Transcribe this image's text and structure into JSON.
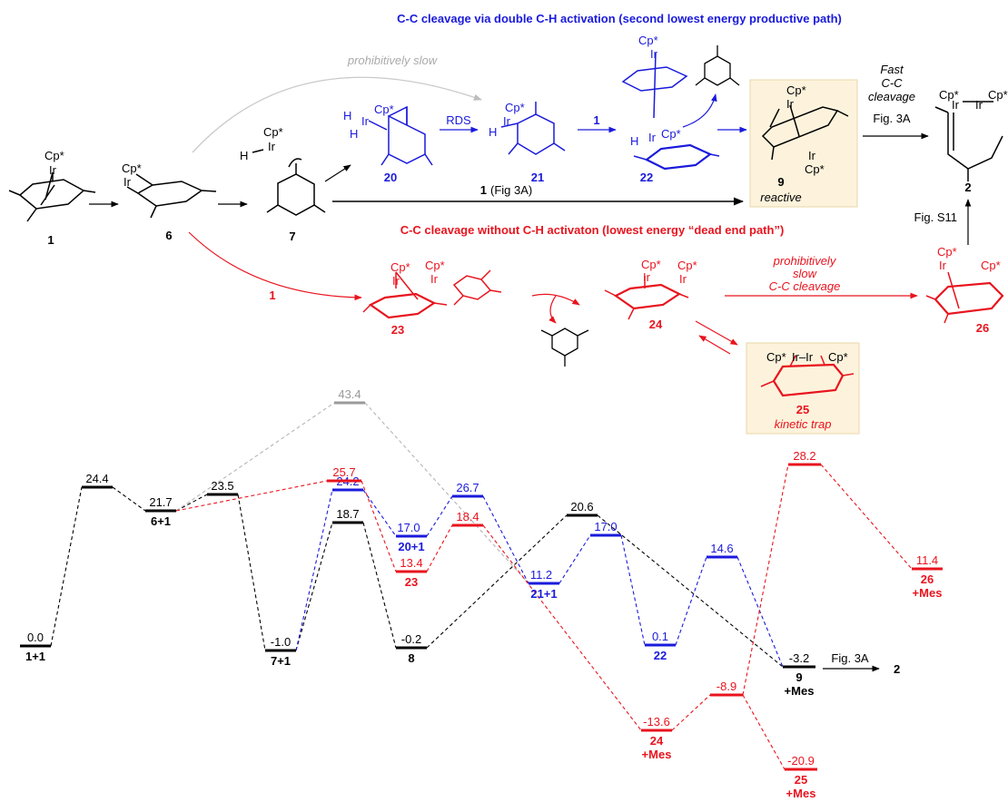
{
  "colors": {
    "black": "#000000",
    "blue": "#1a1adc",
    "red": "#e8141e",
    "gray": "#9a9a9a",
    "box_fill": "#fdf3dc",
    "box_stroke": "#e8d7a8"
  },
  "scheme": {
    "blue_heading": "C-C cleavage via double C-H activation (second lowest energy productive path)",
    "red_heading": "C-C cleavage without C-H activaton (lowest energy “dead end path”)",
    "gray_arrow_label": "prohibitively slow",
    "rds_label": "RDS",
    "reagent_1": "1",
    "fig3a_arrow_label": "(Fig 3A)",
    "fast_label": [
      "Fast",
      "C-C",
      "cleavage",
      "Fig. 3A"
    ],
    "fig_s11_label": "Fig. S11",
    "red_slow_label": [
      "prohibitively",
      "slow",
      "C-C cleavage"
    ],
    "reactive_label": "reactive",
    "kinetic_trap_label": "kinetic trap",
    "cp_star": "Cp*",
    "ir": "Ir",
    "h": "H",
    "ir_ir": "Ir–Ir",
    "compounds": {
      "c1": "1",
      "c6": "6",
      "c7": "7",
      "c20": "20",
      "c21": "21",
      "c22": "22",
      "c9": "9",
      "c2": "2",
      "c23": "23",
      "c24": "24",
      "c25": "25",
      "c26": "26"
    }
  },
  "diagram": {
    "levels": [
      {
        "id": "L1",
        "value": "0.0",
        "label": "1+1",
        "sublabel": "",
        "color": "black"
      },
      {
        "id": "TS1",
        "value": "24.4",
        "label": "",
        "sublabel": "",
        "color": "black"
      },
      {
        "id": "L6",
        "value": "21.7",
        "label": "6+1",
        "sublabel": "",
        "color": "black"
      },
      {
        "id": "TS2",
        "value": "23.5",
        "label": "",
        "sublabel": "",
        "color": "black"
      },
      {
        "id": "L7",
        "value": "-1.0",
        "label": "7+1",
        "sublabel": "",
        "color": "black"
      },
      {
        "id": "TS3",
        "value": "18.7",
        "label": "",
        "sublabel": "",
        "color": "black"
      },
      {
        "id": "L8",
        "value": "-0.2",
        "label": "8",
        "sublabel": "",
        "color": "black"
      },
      {
        "id": "TS9",
        "value": "20.6",
        "label": "",
        "sublabel": "",
        "color": "black"
      },
      {
        "id": "L9",
        "value": "-3.2",
        "label": "9",
        "sublabel": "+Mes",
        "color": "black"
      },
      {
        "id": "TSg",
        "value": "43.4",
        "label": "",
        "sublabel": "",
        "color": "gray"
      },
      {
        "id": "TSb1",
        "value": "24.2",
        "label": "",
        "sublabel": "",
        "color": "blue"
      },
      {
        "id": "L20",
        "value": "17.0",
        "label": "20+1",
        "sublabel": "",
        "color": "blue"
      },
      {
        "id": "TSb2",
        "value": "26.7",
        "label": "",
        "sublabel": "",
        "color": "blue"
      },
      {
        "id": "L21",
        "value": "11.2",
        "label": "21+1",
        "sublabel": "",
        "color": "blue"
      },
      {
        "id": "TSb3",
        "value": "17.0",
        "label": "",
        "sublabel": "",
        "color": "blue"
      },
      {
        "id": "L22",
        "value": "0.1",
        "label": "22",
        "sublabel": "",
        "color": "blue"
      },
      {
        "id": "TSb4",
        "value": "14.6",
        "label": "",
        "sublabel": "",
        "color": "blue"
      },
      {
        "id": "TSr1",
        "value": "25.7",
        "label": "",
        "sublabel": "",
        "color": "red"
      },
      {
        "id": "L23",
        "value": "13.4",
        "label": "23",
        "sublabel": "",
        "color": "red"
      },
      {
        "id": "TSr2",
        "value": "18.4",
        "label": "",
        "sublabel": "",
        "color": "red"
      },
      {
        "id": "L24",
        "value": "-13.6",
        "label": "24",
        "sublabel": "+Mes",
        "color": "red"
      },
      {
        "id": "TSr3",
        "value": "-8.9",
        "label": "",
        "sublabel": "",
        "color": "red"
      },
      {
        "id": "L25",
        "value": "-20.9",
        "label": "25",
        "sublabel": "+Mes",
        "color": "red"
      },
      {
        "id": "TSr4",
        "value": "28.2",
        "label": "",
        "sublabel": "",
        "color": "red"
      },
      {
        "id": "L26",
        "value": "11.4",
        "label": "26",
        "sublabel": "+Mes",
        "color": "red"
      }
    ],
    "connections": [
      {
        "from": "L1",
        "to": "TS1",
        "color": "black"
      },
      {
        "from": "TS1",
        "to": "L6",
        "color": "black"
      },
      {
        "from": "L6",
        "to": "TS2",
        "color": "black"
      },
      {
        "from": "TS2",
        "to": "L7",
        "color": "black"
      },
      {
        "from": "L7",
        "to": "TS3",
        "color": "black"
      },
      {
        "from": "TS3",
        "to": "L8",
        "color": "black"
      },
      {
        "from": "L8",
        "to": "TS9",
        "color": "black"
      },
      {
        "from": "TS9",
        "to": "L9",
        "color": "black"
      },
      {
        "from": "L6",
        "to": "TSg",
        "color": "gray"
      },
      {
        "from": "TSg",
        "to": "L21",
        "color": "gray"
      },
      {
        "from": "L7",
        "to": "TSb1",
        "color": "blue"
      },
      {
        "from": "TSb1",
        "to": "L20",
        "color": "blue"
      },
      {
        "from": "L20",
        "to": "TSb2",
        "color": "blue"
      },
      {
        "from": "TSb2",
        "to": "L21",
        "color": "blue"
      },
      {
        "from": "L21",
        "to": "TSb3",
        "color": "blue"
      },
      {
        "from": "TSb3",
        "to": "L22",
        "color": "blue"
      },
      {
        "from": "L22",
        "to": "TSb4",
        "color": "blue"
      },
      {
        "from": "TSb4",
        "to": "L9",
        "color": "blue"
      },
      {
        "from": "L6",
        "to": "TSr1",
        "color": "red"
      },
      {
        "from": "TSr1",
        "to": "L23",
        "color": "red"
      },
      {
        "from": "L23",
        "to": "TSr2",
        "color": "red"
      },
      {
        "from": "TSr2",
        "to": "L24",
        "color": "red"
      },
      {
        "from": "L24",
        "to": "TSr3",
        "color": "red"
      },
      {
        "from": "TSr3",
        "to": "L25",
        "color": "red"
      },
      {
        "from": "TSr3",
        "to": "TSr4",
        "color": "red"
      },
      {
        "from": "TSr4",
        "to": "L26",
        "color": "red"
      }
    ],
    "fig3a_label": "Fig. 3A",
    "product_label": "2"
  }
}
